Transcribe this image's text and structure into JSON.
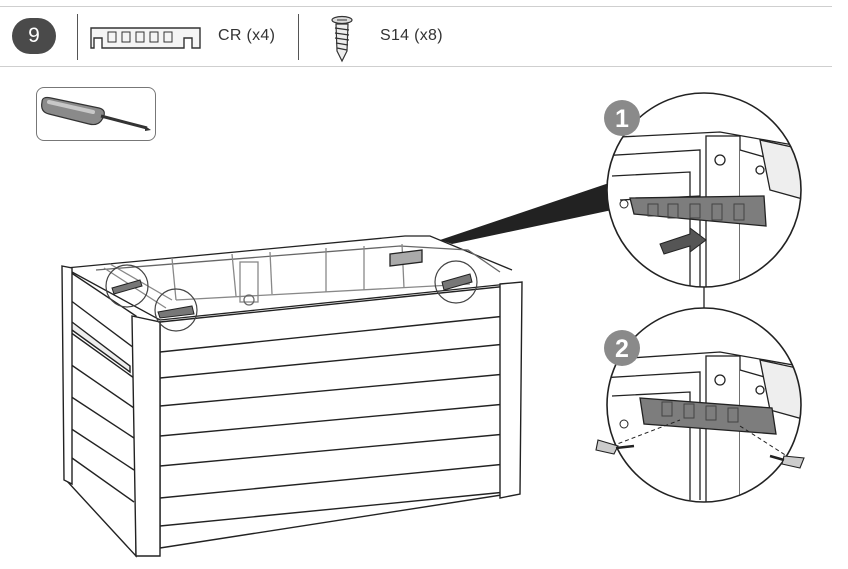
{
  "step": {
    "number": "9"
  },
  "parts": [
    {
      "icon": "clip-bracket-icon",
      "label": "CR (x4)"
    },
    {
      "icon": "screw-icon",
      "label": "S14 (x8)"
    }
  ],
  "tools": [
    {
      "icon": "screwdriver-icon"
    }
  ],
  "callouts": [
    {
      "number": "1"
    },
    {
      "number": "2"
    }
  ],
  "colors": {
    "badge": "#4a4a4a",
    "bracket": "#7d7d7d",
    "line": "#222222"
  }
}
